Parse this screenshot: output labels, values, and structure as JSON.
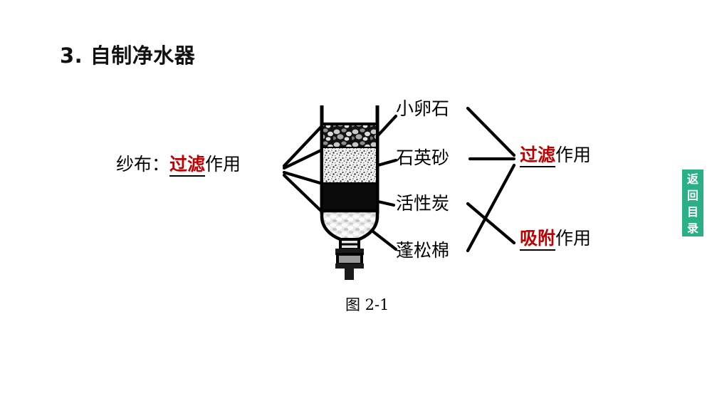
{
  "slide": {
    "title": "3. 自制净水器",
    "caption": "图 2-1",
    "background_color": "#ffffff"
  },
  "labels": {
    "gauze_prefix": "纱布：",
    "gauze_effect": "过滤",
    "gauze_suffix": "作用",
    "pebble": "小卵石",
    "quartz_sand": "石英砂",
    "activated_carbon": "活性炭",
    "fluffy_cotton": "蓬松棉",
    "filter_effect": "过滤",
    "filter_suffix": "作用",
    "adsorb_effect": "吸附",
    "adsorb_suffix": "作用"
  },
  "diagram": {
    "name": "inverted-bottle-water-purifier",
    "layers": [
      {
        "key": "pebble",
        "label": "小卵石",
        "fill": "pebbles"
      },
      {
        "key": "quartz_sand",
        "label": "石英砂",
        "fill": "sand"
      },
      {
        "key": "activated_carbon",
        "label": "活性炭",
        "fill": "black"
      },
      {
        "key": "fluffy_cotton",
        "label": "蓬松棉",
        "fill": "cotton"
      }
    ],
    "outline_color": "#000000"
  },
  "return_button": {
    "chars": [
      "返",
      "回",
      "目",
      "录"
    ],
    "text": "返回目录",
    "color": "#2aaf86",
    "text_color": "#ffffff"
  },
  "colors": {
    "accent_red": "#c00000",
    "ink": "#000000",
    "teal": "#2aaf86"
  }
}
